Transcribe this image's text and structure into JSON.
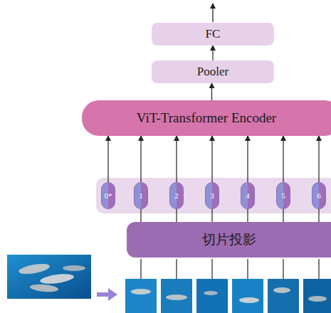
{
  "diagram": {
    "nodes": [
      {
        "text": [
          "FC"
        ]
      },
      {
        "text": [
          "Pooler"
        ]
      },
      {
        "text": [
          "ViT-Transformer Encoder"
        ]
      },
      {
        "text": [
          "0*"
        ]
      },
      {
        "text": [
          "1"
        ]
      },
      {
        "text": [
          "2"
        ]
      },
      {
        "text": [
          "3"
        ]
      },
      {
        "text": [
          "4"
        ]
      },
      {
        "text": [
          "5"
        ]
      },
      {
        "text": [
          "6"
        ]
      },
      {
        "text": [
          "切片投影"
        ]
      }
    ],
    "edges": [
      {
        "from": 1,
        "to": 0,
        "arrow": "to"
      },
      {
        "from": 2,
        "to": 1,
        "arrow": "to"
      },
      {
        "from": 3,
        "to": 2,
        "arrow": "to"
      },
      {
        "from": 4,
        "to": 2,
        "arrow": "to"
      },
      {
        "from": 5,
        "to": 2,
        "arrow": "to"
      },
      {
        "from": 6,
        "to": 2,
        "arrow": "to"
      },
      {
        "from": 7,
        "to": 2,
        "arrow": "to"
      },
      {
        "from": 8,
        "to": 2,
        "arrow": "to"
      },
      {
        "from": 9,
        "to": 2,
        "arrow": "to"
      },
      {
        "from": 10,
        "to": 4,
        "arrow": "none"
      },
      {
        "from": 10,
        "to": 5,
        "arrow": "none"
      },
      {
        "from": 10,
        "to": 6,
        "arrow": "none"
      },
      {
        "from": 10,
        "to": 7,
        "arrow": "none"
      },
      {
        "from": 10,
        "to": 8,
        "arrow": "none"
      },
      {
        "from": 10,
        "to": 9,
        "arrow": "none"
      }
    ]
  }
}
